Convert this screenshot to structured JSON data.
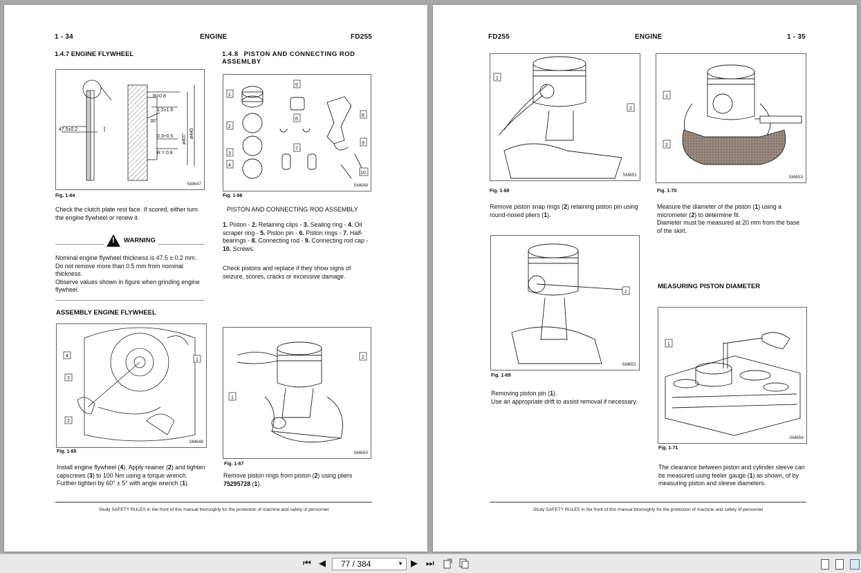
{
  "left": {
    "header": {
      "page_no": "1 - 34",
      "section": "ENGINE",
      "model": "FD255"
    },
    "col1": {
      "heading": "1.4.7  ENGINE FLYWHEEL",
      "fig64": {
        "labels": {
          "r1": "R=0.8",
          "d1": "1.2±1.5",
          "ang": "30°",
          "thk": "47.5±0.2",
          "d2": "0.3÷0.5",
          "r2": "R = 0.8",
          "dia1": "ø407",
          "dia2": "ø445"
        },
        "code": "SM647",
        "caption": "Fig. 1-64"
      },
      "p1": "Check the clutch plate rest face. If scored, either turn the engine flywheel or renew it.",
      "warning": "WARNING",
      "warn_text_1": "Nominal engine flywheel thickness is 47.5 ± 0.2 mm.",
      "warn_text_2": "Do not remove more than 0.5 mm from nominal thickness.",
      "warn_text_3": "Observe values shown in figure when grinding engine flywheel.",
      "heading2": "ASSEMBLY ENGINE FLYWHEEL",
      "fig65": {
        "code": "SM648",
        "caption": "Fig. 1-65",
        "callouts": [
          "4",
          "1",
          "3",
          "2"
        ]
      },
      "p2a": "Install engine flywheel (",
      "p2a_n": "4",
      "p2b": "). Apply reainer (",
      "p2b_n": "2",
      "p2c": ") and tighten capscrews (",
      "p2c_n": "3",
      "p2d": ") to 100 Nm using a torque wrench. Further tighten by 60° ± 5° with angle wrench (",
      "p2d_n": "1",
      "p2e": ")."
    },
    "col2": {
      "heading_num": "1.4.8",
      "heading": "PISTON AND CONNECTING ROD ASSEMLBY",
      "fig66": {
        "code": "SM649",
        "caption": "Fig. 1-66",
        "callouts": [
          "1",
          "5",
          "6",
          "8",
          "2",
          "9",
          "3",
          "7",
          "4",
          "10"
        ]
      },
      "subtitle": "PISTON AND CONNECTING ROD ASSEMBLY",
      "legend": [
        {
          "n": "1.",
          "t": " Piston - "
        },
        {
          "n": "2.",
          "t": " Retaining clips - "
        },
        {
          "n": "3.",
          "t": " Sealing ring - "
        },
        {
          "n": "4.",
          "t": " Oil scraper ring - "
        },
        {
          "n": "5.",
          "t": " Piston pin - "
        },
        {
          "n": "6.",
          "t": " Piston rings - "
        },
        {
          "n": "7.",
          "t": " Half-bearings - "
        },
        {
          "n": "8.",
          "t": " Connecting rod - "
        },
        {
          "n": "9.",
          "t": " Connecting rod cap - "
        },
        {
          "n": "10.",
          "t": " Screws."
        }
      ],
      "p1": "Check pistons and replace if they show signs of seizure, scores, cracks or excessive damage.",
      "fig67": {
        "code": "SM650",
        "caption": "Fig. 1-67",
        "callouts": [
          "2",
          "1"
        ]
      },
      "p2a": "Remove piston rings from piston (",
      "p2a_n": "2",
      "p2b": ") using pliers",
      "p2c": "75295728",
      "p2d": " (",
      "p2d_n": "1",
      "p2e": ")."
    },
    "footer": "Study SAFETY RULES in the front of this manual thoroughly for the protection of machine and safety of personnel"
  },
  "right": {
    "header": {
      "model": "FD255",
      "section": "ENGINE",
      "page_no": "1 - 35"
    },
    "col1": {
      "fig68": {
        "code": "SM651",
        "caption": "Fig. 1-68",
        "callouts": [
          "1",
          "2"
        ]
      },
      "p1a": "Remove piston snap rings (",
      "p1a_n": "2",
      "p1b": ") retaining piston pin using round-nosed pliers (",
      "p1b_n": "1",
      "p1c": ").",
      "fig69": {
        "code": "SM652",
        "caption": "Fig. 1-69",
        "callouts": [
          "1"
        ]
      },
      "p2a": "Removing piston pin (",
      "p2a_n": "1",
      "p2b": ").",
      "p2c": "Use an appropriate drift to assist removal if necessary."
    },
    "col2": {
      "fig70": {
        "code": "SM653",
        "caption": "Fig. 1-70",
        "callouts": [
          "1",
          "2"
        ]
      },
      "p1a": "Measure the diameter of the piston (",
      "p1a_n": "1",
      "p1b": ") using a micrometer (",
      "p1b_n": "2",
      "p1c": ") to determine fit.",
      "p1d": "Diameter must be measured at 20 mm from the base of the skirt.",
      "heading": "MEASURING PISTON DIAMETER",
      "fig71": {
        "code": "SM654",
        "caption": "Fig. 1-71",
        "callouts": [
          "1"
        ]
      },
      "p2a": "The clearance between piston and cylinder sleeve can be measured using feeler gauge (",
      "p2a_n": "1",
      "p2b": ") as shown, of by measuring piston and sleeve diameters."
    },
    "footer": "Study SAFETY RULES in the front of this manual thoroughly for the protection of machine and safety of personnel"
  },
  "toolbar": {
    "first": "⏮",
    "prev": "◀",
    "page_value": "77 / 384",
    "dropdown": "▼",
    "next": "▶",
    "last": "⏭",
    "icons": [
      "rotate-page-icon",
      "fit-page-icon",
      "single-page-icon",
      "two-page-icon",
      "continuous-page-icon"
    ]
  }
}
